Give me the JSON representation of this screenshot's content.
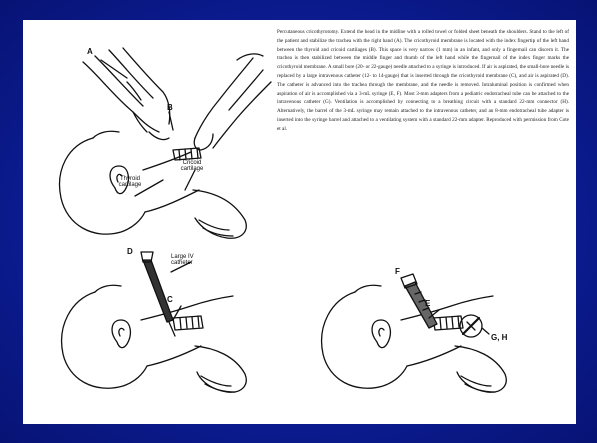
{
  "caption": "Percutaneous cricothyrotomy. Extend the head in the midline with a rolled towel or folded sheet beneath the shoulders. Stand to the left of the patient and stabilize the trachea with the right hand (A). The cricothyroid membrane is located with the index fingertip of the left hand between the thyroid and cricoid cartilages (B). This space is very narrow (1 mm) in an infant, and only a fingernail can discern it. The trachea is then stabilized between the middle finger and thumb of the left hand while the fingernail of the index finger marks the cricothyroid membrane. A small bore (20- or 22-gauge) needle attached to a syringe is introduced. If air is aspirated, the small-bore needle is replaced by a large intravenous catheter (12- to 14-gauge) that is inserted through the cricothyroid membrane (C), and air is aspirated (D). The catheter is advanced into the trachea through the membrane, and the needle is removed. Intraluminal position is confirmed when aspiration of air is accomplished via a 3-mL syringe (E, F). Most 3-mm adapters from a pediatric endotracheal tube can be attached to the intravenous catheter (G). Ventilation is accomplished by connecting to a breathing circuit with a standard 22-mm connector (H). Alternatively, the barrel of the 3-mL syringe may remain attached to the intravenous catheter, and an 8-mm endotracheal tube adapter is inserted into the syringe barrel and attached to a ventilating system with a standard 22-mm adapter. Reproduced with permission from Cote et al.",
  "labels": {
    "a": "A",
    "b": "B",
    "thyroid": "Thyroid cartilage",
    "cricoid": "Cricoid cartilage",
    "d": "D",
    "large_iv": "Large IV catheter",
    "c": "C",
    "f": "F",
    "e": "E",
    "gh": "G, H"
  }
}
